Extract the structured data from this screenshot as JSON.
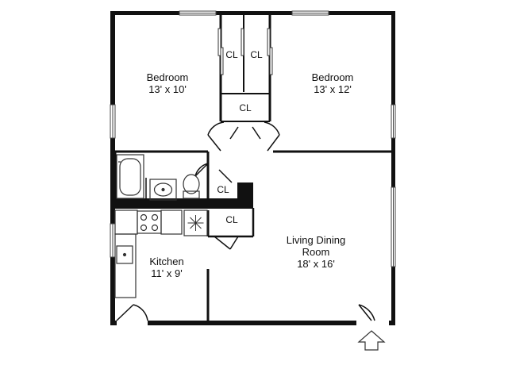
{
  "rooms": {
    "bedroom_left": {
      "name": "Bedroom",
      "size": "13' x 10'"
    },
    "bedroom_right": {
      "name": "Bedroom",
      "size": "13' x 12'"
    },
    "living": {
      "name_line1": "Living Dining",
      "name_line2": "Room",
      "size": "18' x 16'"
    },
    "kitchen": {
      "name": "Kitchen",
      "size": "11' x 9'"
    }
  },
  "closets": {
    "top_left": "CL",
    "top_right": "CL",
    "hall": "CL",
    "bath": "CL",
    "kitchen": "CL"
  },
  "colors": {
    "wall": "#111111",
    "background": "#ffffff"
  },
  "icons": [
    "entry-arrow-icon",
    "sink-icon",
    "toilet-icon",
    "bathtub-icon",
    "stove-icon",
    "refrigerator-icon"
  ]
}
